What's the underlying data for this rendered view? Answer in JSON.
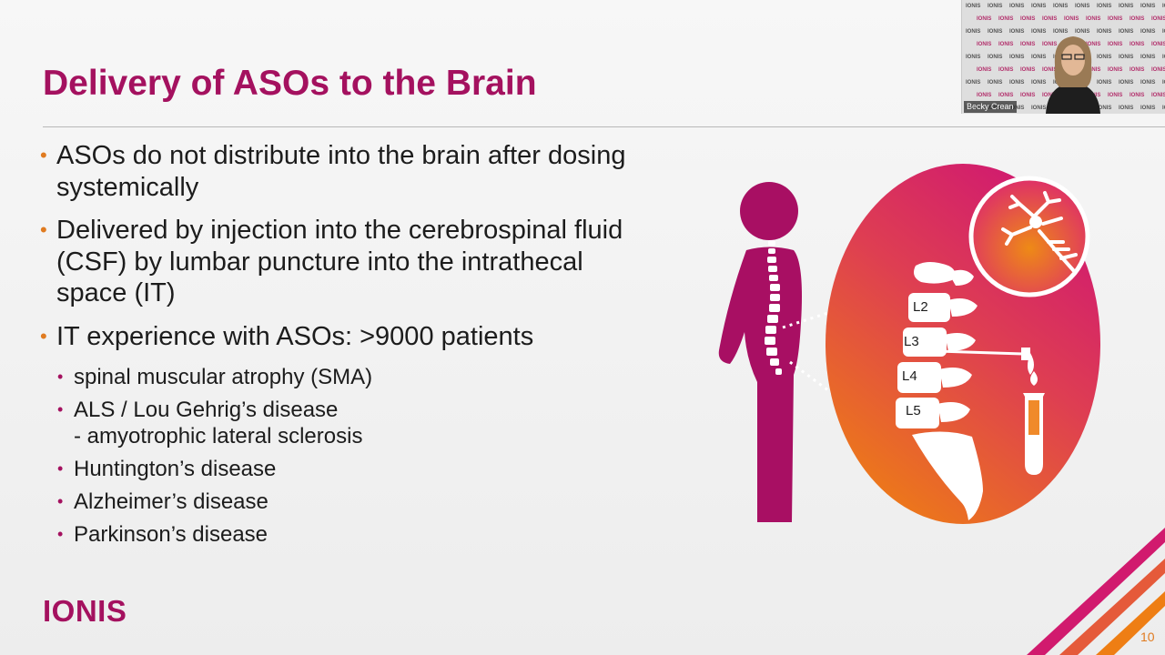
{
  "slide": {
    "title": "Delivery of ASOs to the Brain",
    "page_number": "10",
    "logo": "IONIS"
  },
  "bullets": [
    {
      "level": 1,
      "text": "ASOs do not distribute into the brain after dosing\nsystemically"
    },
    {
      "level": 1,
      "text": "Delivered by injection into the cerebrospinal fluid\n(CSF) by lumbar puncture into the intrathecal\nspace (IT)"
    },
    {
      "level": 1,
      "text": "IT experience with ASOs: >9000 patients"
    },
    {
      "level": 2,
      "text": "spinal muscular atrophy (SMA)"
    },
    {
      "level": 2,
      "text": "ALS / Lou Gehrig’s disease\n- amyotrophic lateral sclerosis"
    },
    {
      "level": 2,
      "text": "Huntington’s disease"
    },
    {
      "level": 2,
      "text": "Alzheimer’s disease"
    },
    {
      "level": 2,
      "text": "Parkinson’s disease"
    }
  ],
  "diagram": {
    "vertebra_labels": [
      "L2",
      "L3",
      "L4",
      "L5"
    ],
    "icons": [
      "body-silhouette-icon",
      "spine-icon",
      "neuron-icon",
      "syringe-icon",
      "test-tube-icon"
    ]
  },
  "video": {
    "speaker_name": "Becky Crean",
    "backdrop_logo": "IONIS"
  },
  "colors": {
    "brand_magenta": "#a4115f",
    "accent_orange": "#e07b20",
    "pink": "#d11a6e"
  }
}
